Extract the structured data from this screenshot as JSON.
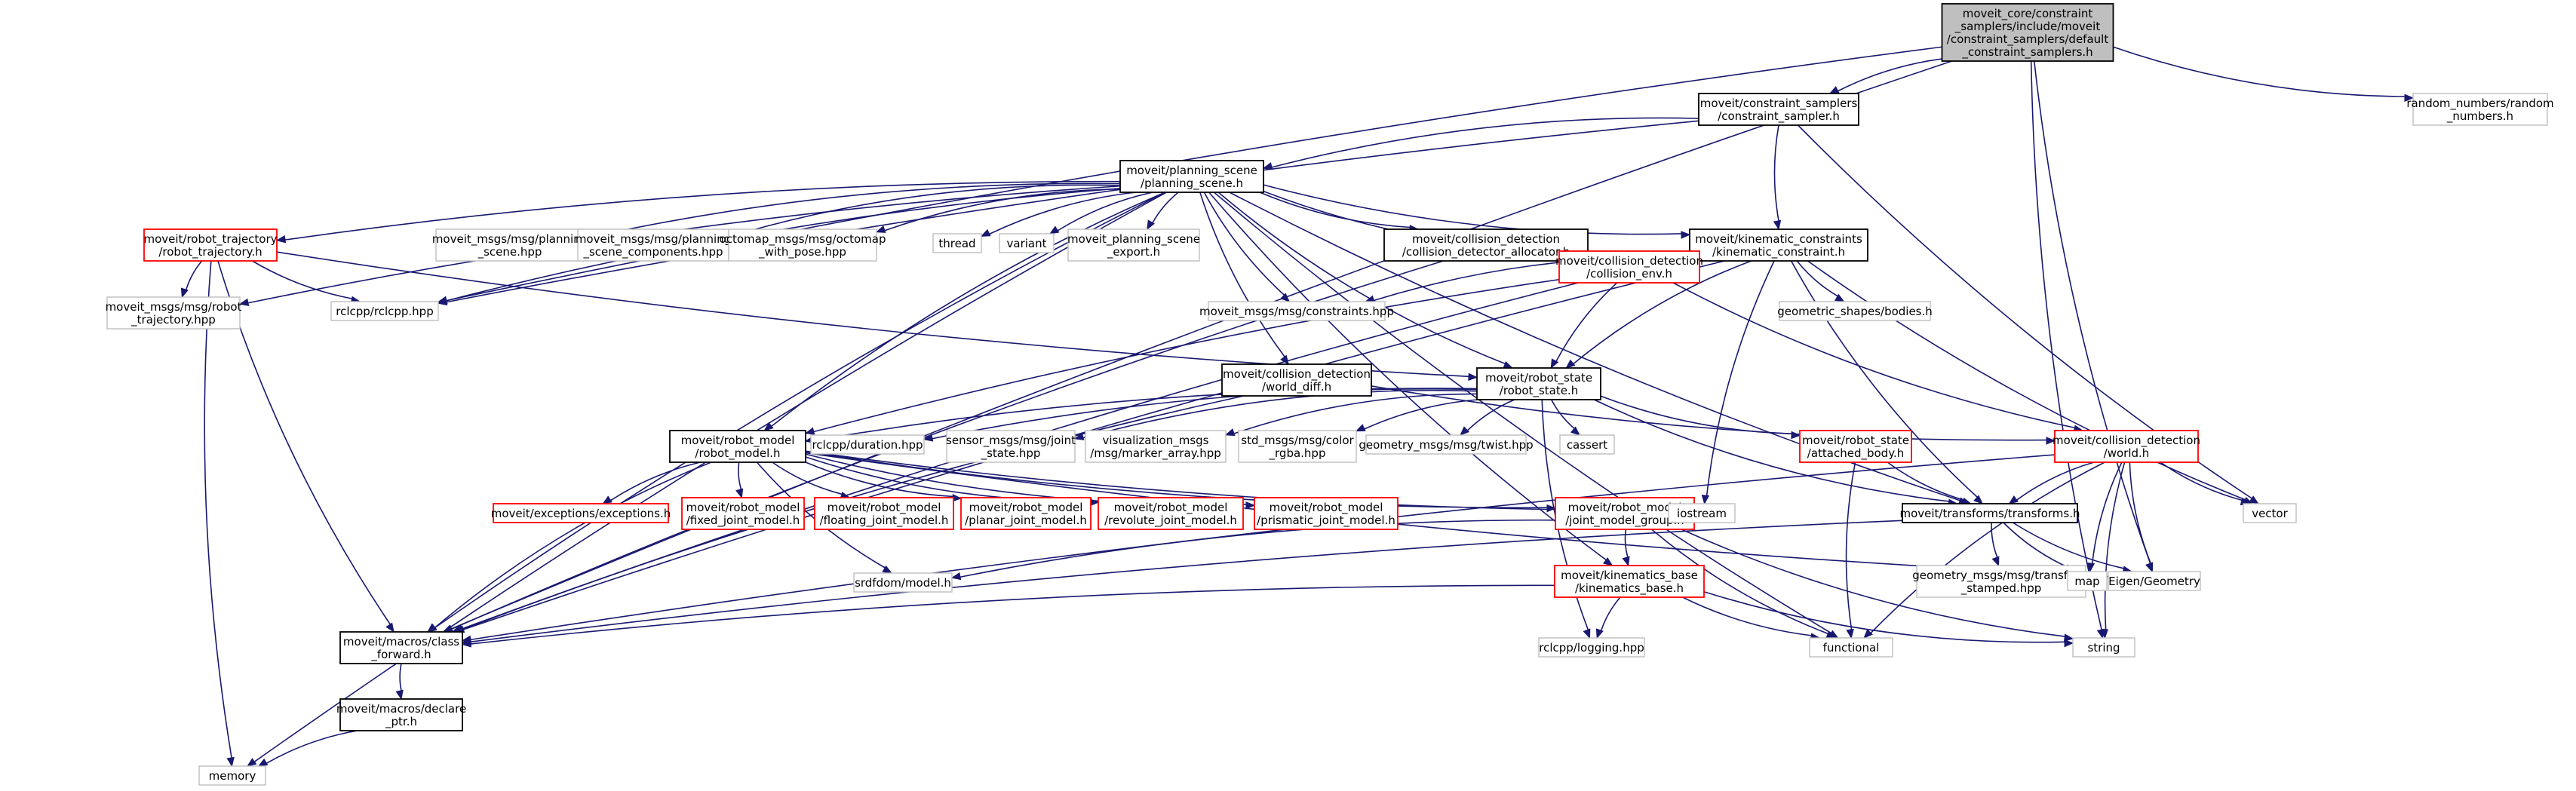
{
  "colors": {
    "edge": "#191970",
    "root_fill": "#bfbfbf",
    "link_border": "#000000",
    "missing_border": "#ff0000",
    "system_border": "#bfbfbf"
  },
  "nodes": [
    {
      "id": "root",
      "lines": [
        "moveit_core/constraint",
        "_samplers/include/moveit",
        "/constraint_samplers/default",
        "_constraint_samplers.h"
      ],
      "style": "root"
    },
    {
      "id": "cs_sampler",
      "lines": [
        "moveit/constraint_samplers",
        "/constraint_sampler.h"
      ],
      "style": "black"
    },
    {
      "id": "random_numbers",
      "lines": [
        "random_numbers/random",
        "_numbers.h"
      ],
      "style": "grey"
    },
    {
      "id": "planning_scene",
      "lines": [
        "moveit/planning_scene",
        "/planning_scene.h"
      ],
      "style": "black"
    },
    {
      "id": "robot_trajectory",
      "lines": [
        "moveit/robot_trajectory",
        "/robot_trajectory.h"
      ],
      "style": "red"
    },
    {
      "id": "msg_planning_scene",
      "lines": [
        "moveit_msgs/msg/planning",
        "_scene.hpp"
      ],
      "style": "grey"
    },
    {
      "id": "msg_planning_scene_comp",
      "lines": [
        "moveit_msgs/msg/planning",
        "_scene_components.hpp"
      ],
      "style": "grey"
    },
    {
      "id": "octomap_msgs",
      "lines": [
        "octomap_msgs/msg/octomap",
        "_with_pose.hpp"
      ],
      "style": "grey"
    },
    {
      "id": "thread",
      "lines": [
        "thread"
      ],
      "style": "grey"
    },
    {
      "id": "variant",
      "lines": [
        "variant"
      ],
      "style": "grey"
    },
    {
      "id": "ps_export",
      "lines": [
        "moveit_planning_scene",
        "_export.h"
      ],
      "style": "grey"
    },
    {
      "id": "cd_allocator",
      "lines": [
        "moveit/collision_detection",
        "/collision_detector_allocator.h"
      ],
      "style": "black"
    },
    {
      "id": "kinematic_constraint",
      "lines": [
        "moveit/kinematic_constraints",
        "/kinematic_constraint.h"
      ],
      "style": "black"
    },
    {
      "id": "msg_robot_trajectory",
      "lines": [
        "moveit_msgs/msg/robot",
        "_trajectory.hpp"
      ],
      "style": "grey"
    },
    {
      "id": "rclcpp",
      "lines": [
        "rclcpp/rclcpp.hpp"
      ],
      "style": "grey"
    },
    {
      "id": "msg_constraints",
      "lines": [
        "moveit_msgs/msg/constraints.hpp"
      ],
      "style": "grey"
    },
    {
      "id": "collision_env",
      "lines": [
        "moveit/collision_detection",
        "/collision_env.h"
      ],
      "style": "red"
    },
    {
      "id": "geometric_shapes",
      "lines": [
        "geometric_shapes/bodies.h"
      ],
      "style": "grey"
    },
    {
      "id": "world_diff",
      "lines": [
        "moveit/collision_detection",
        "/world_diff.h"
      ],
      "style": "black"
    },
    {
      "id": "robot_state",
      "lines": [
        "moveit/robot_state",
        "/robot_state.h"
      ],
      "style": "black"
    },
    {
      "id": "robot_model",
      "lines": [
        "moveit/robot_model",
        "/robot_model.h"
      ],
      "style": "black"
    },
    {
      "id": "rclcpp_duration",
      "lines": [
        "rclcpp/duration.hpp"
      ],
      "style": "grey"
    },
    {
      "id": "sensor_msgs",
      "lines": [
        "sensor_msgs/msg/joint",
        "_state.hpp"
      ],
      "style": "grey"
    },
    {
      "id": "vis_msgs",
      "lines": [
        "visualization_msgs",
        "/msg/marker_array.hpp"
      ],
      "style": "grey"
    },
    {
      "id": "std_msgs",
      "lines": [
        "std_msgs/msg/color",
        "_rgba.hpp"
      ],
      "style": "grey"
    },
    {
      "id": "geometry_twist",
      "lines": [
        "geometry_msgs/msg/twist.hpp"
      ],
      "style": "grey"
    },
    {
      "id": "cassert",
      "lines": [
        "cassert"
      ],
      "style": "grey"
    },
    {
      "id": "attached_body",
      "lines": [
        "moveit/robot_state",
        "/attached_body.h"
      ],
      "style": "red"
    },
    {
      "id": "world",
      "lines": [
        "moveit/collision_detection",
        "/world.h"
      ],
      "style": "red"
    },
    {
      "id": "vector",
      "lines": [
        "vector"
      ],
      "style": "grey"
    },
    {
      "id": "exceptions",
      "lines": [
        "moveit/exceptions/exceptions.h"
      ],
      "style": "red"
    },
    {
      "id": "fixed_joint",
      "lines": [
        "moveit/robot_model",
        "/fixed_joint_model.h"
      ],
      "style": "red"
    },
    {
      "id": "floating_joint",
      "lines": [
        "moveit/robot_model",
        "/floating_joint_model.h"
      ],
      "style": "red"
    },
    {
      "id": "planar_joint",
      "lines": [
        "moveit/robot_model",
        "/planar_joint_model.h"
      ],
      "style": "red"
    },
    {
      "id": "revolute_joint",
      "lines": [
        "moveit/robot_model",
        "/revolute_joint_model.h"
      ],
      "style": "red"
    },
    {
      "id": "prismatic_joint",
      "lines": [
        "moveit/robot_model",
        "/prismatic_joint_model.h"
      ],
      "style": "red"
    },
    {
      "id": "joint_model_group",
      "lines": [
        "moveit/robot_model",
        "/joint_model_group.h"
      ],
      "style": "red"
    },
    {
      "id": "iostream",
      "lines": [
        "iostream"
      ],
      "style": "grey"
    },
    {
      "id": "transforms",
      "lines": [
        "moveit/transforms/transforms.h"
      ],
      "style": "black"
    },
    {
      "id": "srdfdom",
      "lines": [
        "srdfdom/model.h"
      ],
      "style": "grey"
    },
    {
      "id": "kinematics_base",
      "lines": [
        "moveit/kinematics_base",
        "/kinematics_base.h"
      ],
      "style": "red"
    },
    {
      "id": "geometry_transform",
      "lines": [
        "geometry_msgs/msg/transform",
        "_stamped.hpp"
      ],
      "style": "grey"
    },
    {
      "id": "map",
      "lines": [
        "map"
      ],
      "style": "grey"
    },
    {
      "id": "eigen",
      "lines": [
        "Eigen/Geometry"
      ],
      "style": "grey"
    },
    {
      "id": "class_forward",
      "lines": [
        "moveit/macros/class",
        "_forward.h"
      ],
      "style": "black"
    },
    {
      "id": "rclcpp_logging",
      "lines": [
        "rclcpp/logging.hpp"
      ],
      "style": "grey"
    },
    {
      "id": "functional",
      "lines": [
        "functional"
      ],
      "style": "grey"
    },
    {
      "id": "string",
      "lines": [
        "string"
      ],
      "style": "grey"
    },
    {
      "id": "declare_ptr",
      "lines": [
        "moveit/macros/declare",
        "_ptr.h"
      ],
      "style": "black"
    },
    {
      "id": "memory",
      "lines": [
        "memory"
      ],
      "style": "grey"
    }
  ],
  "edges": [
    [
      "root",
      "cs_sampler"
    ],
    [
      "root",
      "random_numbers"
    ],
    [
      "root",
      "class_forward"
    ],
    [
      "root",
      "rclcpp"
    ],
    [
      "root",
      "eigen"
    ],
    [
      "root",
      "string"
    ],
    [
      "cs_sampler",
      "planning_scene"
    ],
    [
      "cs_sampler",
      "kinematic_constraint"
    ],
    [
      "cs_sampler",
      "vector"
    ],
    [
      "cs_sampler",
      "rclcpp"
    ],
    [
      "planning_scene",
      "robot_trajectory"
    ],
    [
      "planning_scene",
      "msg_planning_scene"
    ],
    [
      "planning_scene",
      "msg_planning_scene_comp"
    ],
    [
      "planning_scene",
      "octomap_msgs"
    ],
    [
      "planning_scene",
      "thread"
    ],
    [
      "planning_scene",
      "variant"
    ],
    [
      "planning_scene",
      "ps_export"
    ],
    [
      "planning_scene",
      "cd_allocator"
    ],
    [
      "planning_scene",
      "kinematic_constraint"
    ],
    [
      "planning_scene",
      "msg_robot_trajectory"
    ],
    [
      "planning_scene",
      "rclcpp"
    ],
    [
      "planning_scene",
      "msg_constraints"
    ],
    [
      "planning_scene",
      "collision_env"
    ],
    [
      "planning_scene",
      "world_diff"
    ],
    [
      "planning_scene",
      "robot_state"
    ],
    [
      "planning_scene",
      "robot_model"
    ],
    [
      "planning_scene",
      "class_forward"
    ],
    [
      "planning_scene",
      "memory"
    ],
    [
      "planning_scene",
      "transforms"
    ],
    [
      "planning_scene",
      "functional"
    ],
    [
      "planning_scene",
      "kinematics_base"
    ],
    [
      "robot_trajectory",
      "msg_robot_trajectory"
    ],
    [
      "robot_trajectory",
      "rclcpp"
    ],
    [
      "robot_trajectory",
      "robot_state"
    ],
    [
      "robot_trajectory",
      "class_forward"
    ],
    [
      "robot_trajectory",
      "memory"
    ],
    [
      "cd_allocator",
      "collision_env"
    ],
    [
      "cd_allocator",
      "class_forward"
    ],
    [
      "kinematic_constraint",
      "msg_constraints"
    ],
    [
      "kinematic_constraint",
      "collision_env"
    ],
    [
      "kinematic_constraint",
      "geometric_shapes"
    ],
    [
      "kinematic_constraint",
      "robot_state"
    ],
    [
      "kinematic_constraint",
      "robot_model"
    ],
    [
      "kinematic_constraint",
      "transforms"
    ],
    [
      "kinematic_constraint",
      "iostream"
    ],
    [
      "kinematic_constraint",
      "vector"
    ],
    [
      "kinematic_constraint",
      "class_forward"
    ],
    [
      "collision_env",
      "robot_state"
    ],
    [
      "collision_env",
      "world"
    ],
    [
      "collision_env",
      "class_forward"
    ],
    [
      "world_diff",
      "world"
    ],
    [
      "world_diff",
      "class_forward"
    ],
    [
      "robot_state",
      "robot_model"
    ],
    [
      "robot_state",
      "rclcpp_duration"
    ],
    [
      "robot_state",
      "sensor_msgs"
    ],
    [
      "robot_state",
      "vis_msgs"
    ],
    [
      "robot_state",
      "std_msgs"
    ],
    [
      "robot_state",
      "geometry_twist"
    ],
    [
      "robot_state",
      "cassert"
    ],
    [
      "robot_state",
      "attached_body"
    ],
    [
      "robot_state",
      "transforms"
    ],
    [
      "robot_state",
      "rclcpp_logging"
    ],
    [
      "robot_model",
      "exceptions"
    ],
    [
      "robot_model",
      "fixed_joint"
    ],
    [
      "robot_model",
      "floating_joint"
    ],
    [
      "robot_model",
      "planar_joint"
    ],
    [
      "robot_model",
      "revolute_joint"
    ],
    [
      "robot_model",
      "prismatic_joint"
    ],
    [
      "robot_model",
      "joint_model_group"
    ],
    [
      "robot_model",
      "iostream"
    ],
    [
      "robot_model",
      "srdfdom"
    ],
    [
      "robot_model",
      "eigen"
    ],
    [
      "robot_model",
      "class_forward"
    ],
    [
      "attached_body",
      "transforms"
    ],
    [
      "attached_body",
      "functional"
    ],
    [
      "world",
      "transforms"
    ],
    [
      "world",
      "vector"
    ],
    [
      "world",
      "map"
    ],
    [
      "world",
      "eigen"
    ],
    [
      "world",
      "string"
    ],
    [
      "world",
      "functional"
    ],
    [
      "world",
      "class_forward"
    ],
    [
      "joint_model_group",
      "kinematics_base"
    ],
    [
      "joint_model_group",
      "srdfdom"
    ],
    [
      "joint_model_group",
      "functional"
    ],
    [
      "joint_model_group",
      "string"
    ],
    [
      "kinematics_base",
      "class_forward"
    ],
    [
      "kinematics_base",
      "rclcpp_logging"
    ],
    [
      "kinematics_base",
      "functional"
    ],
    [
      "kinematics_base",
      "string"
    ],
    [
      "transforms",
      "geometry_transform"
    ],
    [
      "transforms",
      "map"
    ],
    [
      "transforms",
      "eigen"
    ],
    [
      "transforms",
      "class_forward"
    ],
    [
      "class_forward",
      "declare_ptr"
    ],
    [
      "declare_ptr",
      "memory"
    ]
  ]
}
